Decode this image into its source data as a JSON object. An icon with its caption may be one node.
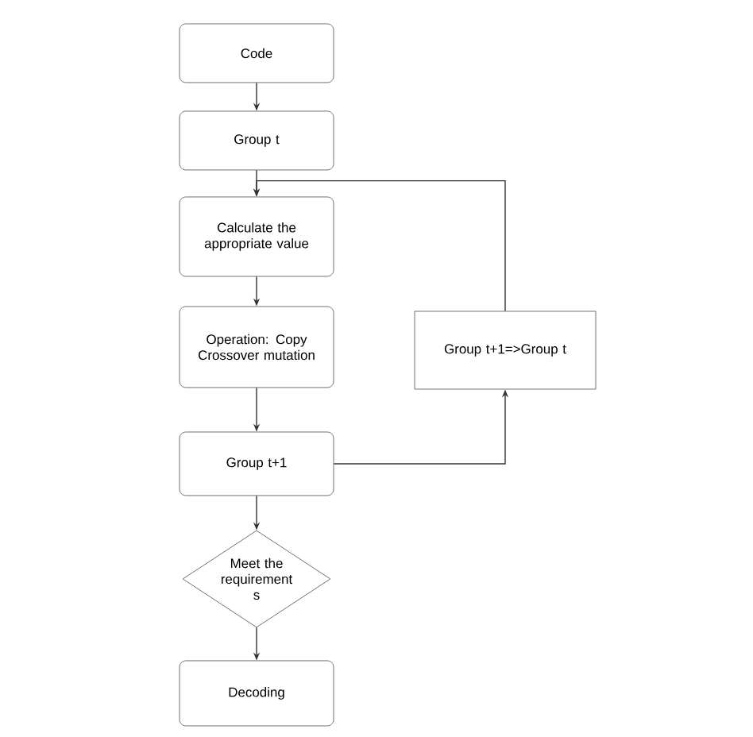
{
  "diagram": {
    "nodes": [
      {
        "text": [
          "Code"
        ]
      },
      {
        "text": [
          "Group t"
        ]
      },
      {
        "text": [
          "Calculate the appropriate value"
        ]
      },
      {
        "text": [
          "Operation: Copy Crossover mutation"
        ]
      },
      {
        "text": [
          "Group t+1=>Group t"
        ]
      },
      {
        "text": [
          "Group t+1"
        ]
      },
      {
        "text": [
          "Meet the requirement s"
        ]
      },
      {
        "text": [
          "Decoding"
        ]
      }
    ],
    "edges": [
      {
        "from": 0,
        "to": 1,
        "arrow": "to"
      },
      {
        "from": 1,
        "to": 2,
        "arrow": "to"
      },
      {
        "from": 2,
        "to": 3,
        "arrow": "to"
      },
      {
        "from": 3,
        "to": 5,
        "arrow": "to"
      },
      {
        "from": 5,
        "to": 4,
        "arrow": "to"
      },
      {
        "from": 4,
        "to": 2,
        "arrow": "to"
      },
      {
        "from": 5,
        "to": 6,
        "arrow": "to"
      },
      {
        "from": 6,
        "to": 7,
        "arrow": "to"
      }
    ]
  }
}
